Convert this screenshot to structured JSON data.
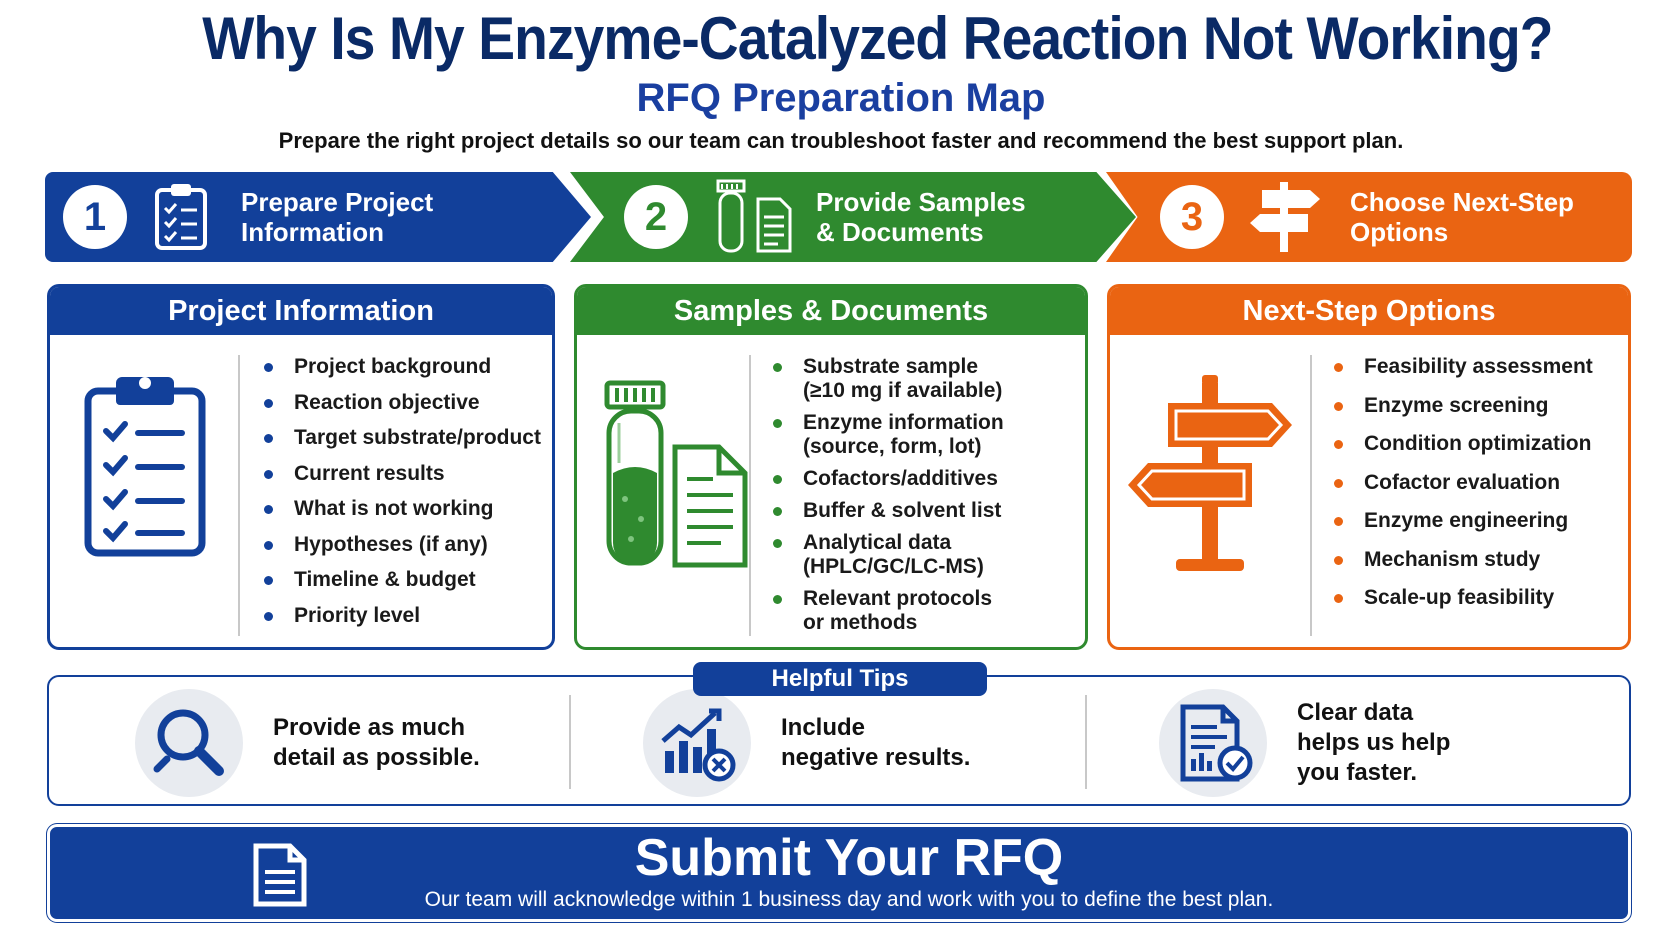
{
  "header": {
    "title": "Why Is My Enzyme-Catalyzed Reaction Not Working?",
    "subtitle": "RFQ Preparation Map",
    "tagline": "Prepare the right project details so our team can troubleshoot faster and recommend the best support plan."
  },
  "steps": [
    {
      "number": "1",
      "label_line1": "Prepare Project",
      "label_line2": "Information",
      "icon": "clipboard-checklist-icon",
      "color": "#12409a"
    },
    {
      "number": "2",
      "label_line1": "Provide Samples",
      "label_line2": "& Documents",
      "icon": "vial-document-icon",
      "color": "#2f8a2f"
    },
    {
      "number": "3",
      "label_line1": "Choose Next-Step",
      "label_line2": "Options",
      "icon": "signpost-icon",
      "color": "#ea6412"
    }
  ],
  "panels": {
    "project": {
      "title": "Project Information",
      "items": [
        "Project background",
        "Reaction objective",
        "Target substrate/product",
        "Current results",
        "What is not working",
        "Hypotheses (if any)",
        "Timeline & budget",
        "Priority level"
      ]
    },
    "samples": {
      "title": "Samples & Documents",
      "items": [
        {
          "line1": "Substrate sample",
          "line2": "(≥10 mg if available)"
        },
        {
          "line1": "Enzyme information",
          "line2": "(source, form, lot)"
        },
        {
          "line1": "Cofactors/additives",
          "line2": ""
        },
        {
          "line1": "Buffer & solvent list",
          "line2": ""
        },
        {
          "line1": "Analytical data",
          "line2": "(HPLC/GC/LC-MS)"
        },
        {
          "line1": "Relevant protocols",
          "line2": "or methods"
        }
      ]
    },
    "next": {
      "title": "Next-Step Options",
      "items": [
        "Feasibility assessment",
        "Enzyme screening",
        "Condition optimization",
        "Cofactor evaluation",
        "Enzyme engineering",
        "Mechanism study",
        "Scale-up feasibility"
      ]
    }
  },
  "tips": {
    "badge": "Helpful Tips",
    "items": [
      {
        "icon": "magnifier-icon",
        "line1": "Provide as much",
        "line2": "detail as possible.",
        "line3": ""
      },
      {
        "icon": "chart-x-icon",
        "line1": "Include",
        "line2": "negative results.",
        "line3": ""
      },
      {
        "icon": "document-check-icon",
        "line1": "Clear data",
        "line2": "helps us help",
        "line3": "you faster."
      }
    ]
  },
  "submit": {
    "title": "Submit Your RFQ",
    "subtitle": "Our team will acknowledge within 1 business day and work with you to define the best plan.",
    "icon": "document-icon"
  }
}
